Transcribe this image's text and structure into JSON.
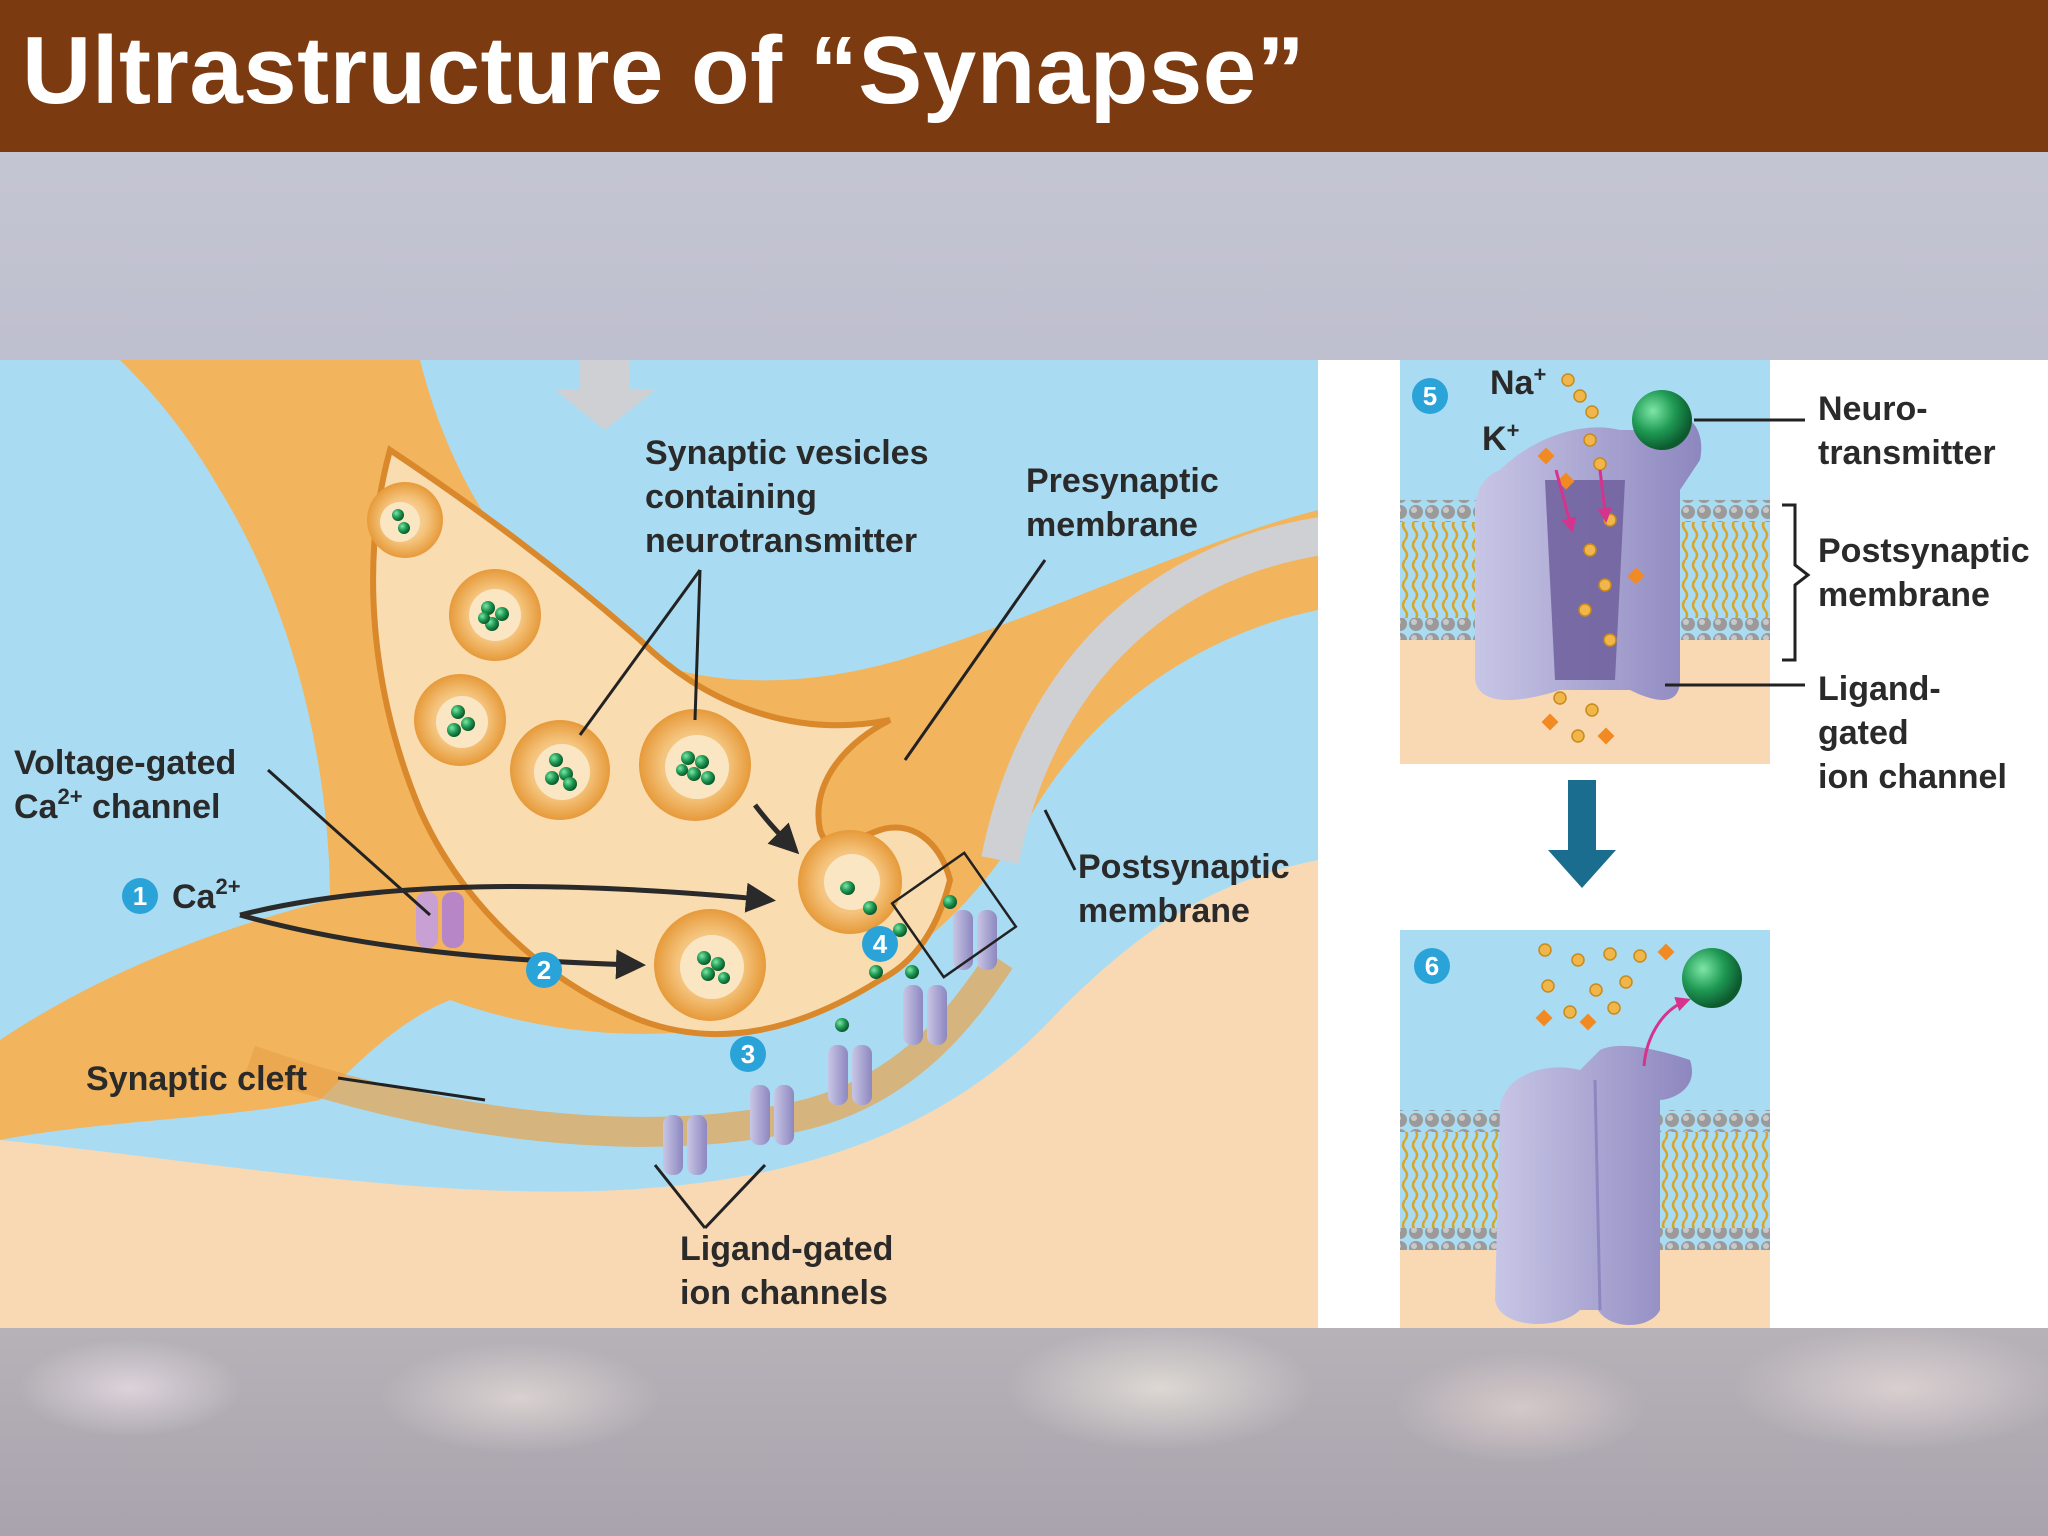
{
  "title": "Ultrastructure of “Synapse”",
  "labels": {
    "synaptic_vesicles": [
      "Synaptic vesicles",
      "containing",
      "neurotransmitter"
    ],
    "presynaptic_membrane": [
      "Presynaptic",
      "membrane"
    ],
    "voltage_gated": {
      "line1": "Voltage-gated",
      "line2_base": "Ca",
      "line2_sup": "2+",
      "line2_rest": " channel"
    },
    "calcium": {
      "base": "Ca",
      "sup": "2+"
    },
    "postsynaptic_membrane_main": [
      "Postsynaptic",
      "membrane"
    ],
    "synaptic_cleft": "Synaptic cleft",
    "ligand_gated_channels": [
      "Ligand-gated",
      "ion channels"
    ],
    "sodium": {
      "base": "Na",
      "sup": "+"
    },
    "potassium": {
      "base": "K",
      "sup": "+"
    },
    "neurotransmitter": [
      "Neuro-",
      "transmitter"
    ],
    "postsynaptic_membrane_inset": [
      "Postsynaptic",
      "membrane"
    ],
    "ligand_gated_channel_inset": [
      "Ligand-",
      "gated",
      "ion channel"
    ]
  },
  "steps": [
    "1",
    "2",
    "3",
    "4",
    "5",
    "6"
  ],
  "colors": {
    "title_bar": "#7b3a10",
    "axon": "#f2b45c",
    "axon_light": "#f9dcb0",
    "extracellular": "#a9dcf3",
    "postsynaptic_cell": "#f8d9b3",
    "vesicle_green": "#1f9a54",
    "channel_purple": "#9b96c8",
    "step_badge": "#2aa3d8",
    "arrow_gray": "#cfd0d3",
    "arrow_teal": "#1a6d8e"
  }
}
